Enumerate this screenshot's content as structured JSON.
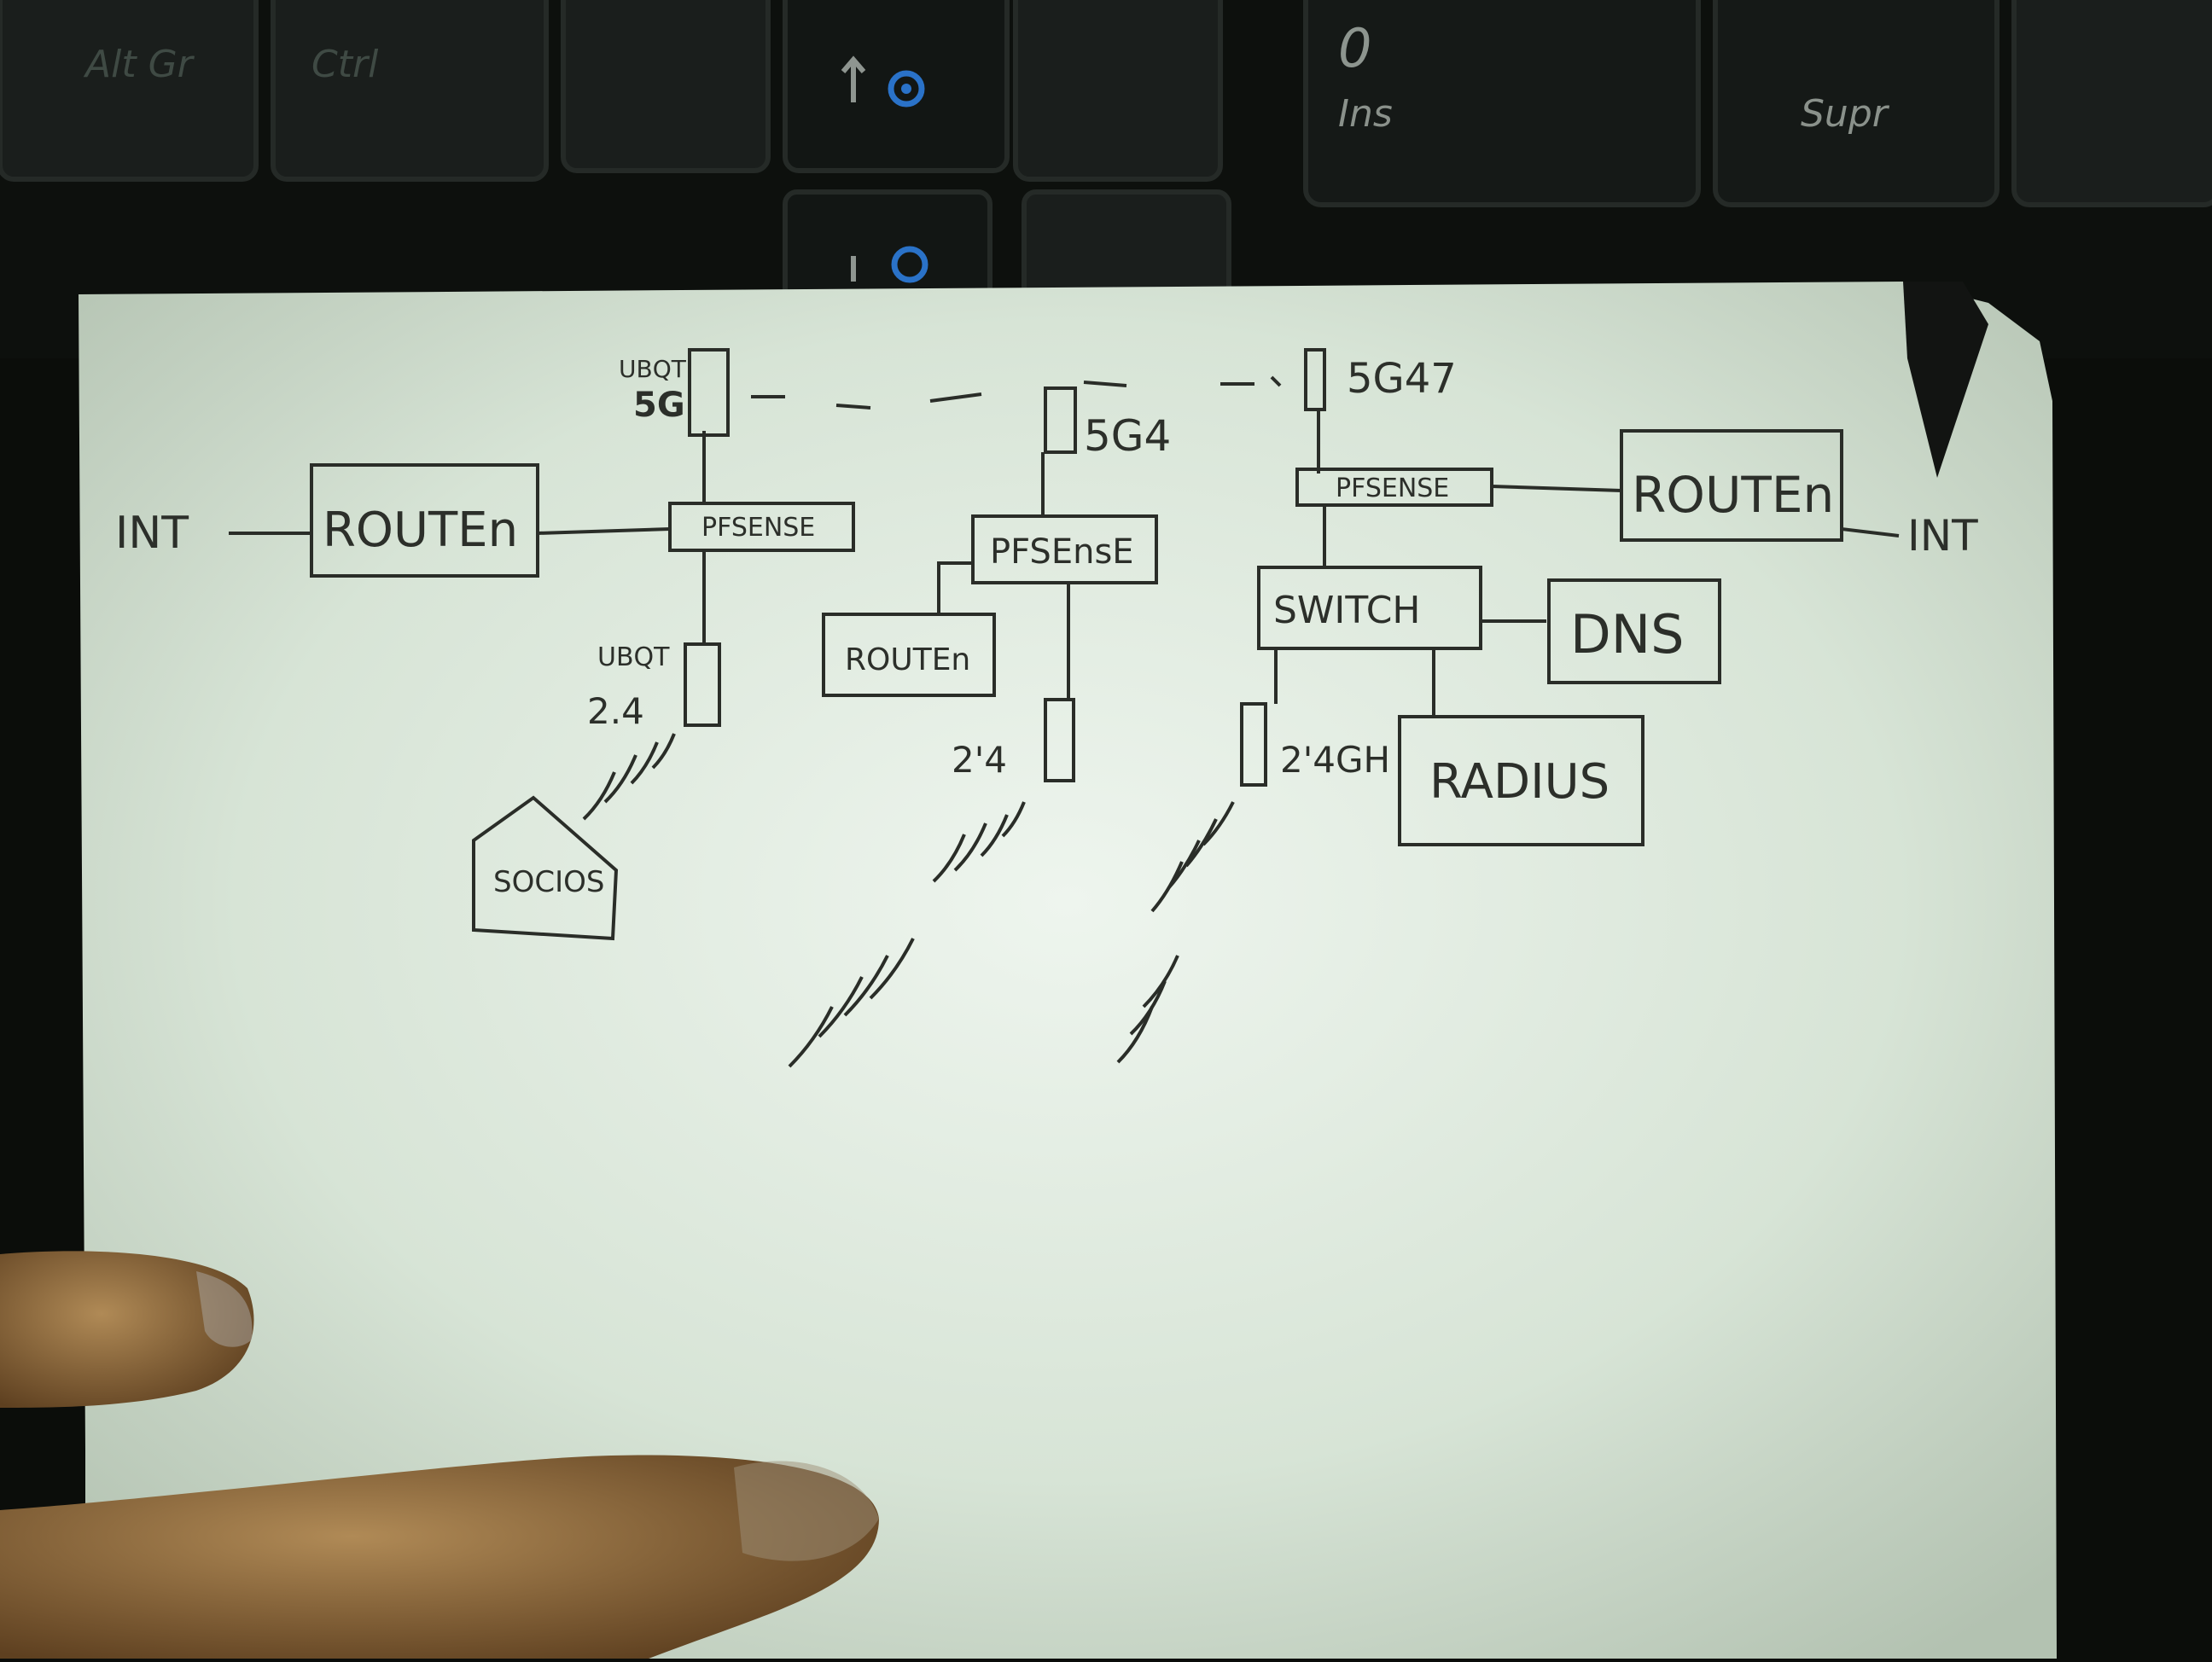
{
  "keyboard": {
    "keys": {
      "altgr": "Alt Gr",
      "ctrl": "Ctrl",
      "zero": "0",
      "ins": "Ins",
      "supr": "Supr"
    }
  },
  "sketch": {
    "left": {
      "int": "INT",
      "router": "ROUTEn",
      "ubqt_5g_brand": "UBQT",
      "ubqt_5g_band": "5G",
      "pfsense": "PFSENSE",
      "ubqt_24_brand": "UBQT",
      "ubqt_24_band": "2.4",
      "socios": "SOCIOS"
    },
    "middle": {
      "ant_5g": "5G4",
      "pfsense": "PFSEnsE",
      "router": "ROUTEn",
      "ant_24": "2'4"
    },
    "right": {
      "ant_5g": "5G47",
      "pfsense": "PFSENSE",
      "router": "ROUTEn",
      "int": "INT",
      "switch": "SWITCH",
      "dns": "DNS",
      "ant_24": "2'4GH",
      "radius": "RADIUS"
    }
  }
}
